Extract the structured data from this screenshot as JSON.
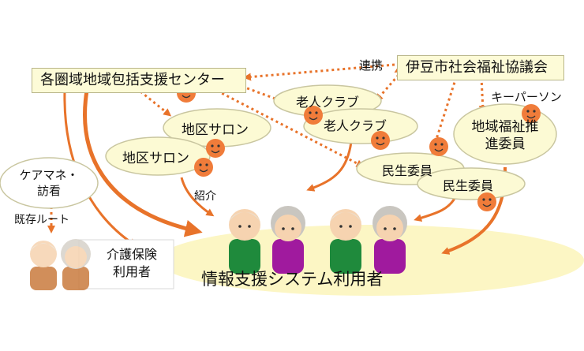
{
  "nodes": {
    "center": "各圏域地域包括支援センター",
    "council": "伊豆市社会福祉協議会",
    "renkei": "連携",
    "keyperson": "キーパーソン",
    "salon1": "地区サロン",
    "salon2": "地区サロン",
    "club1": "老人クラブ",
    "club2": "老人クラブ",
    "minsei1": "民生委員",
    "minsei2": "民生委員",
    "promoter_line1": "地域福祉推",
    "promoter_line2": "進委員",
    "caremanager_line1": "ケアマネ・",
    "caremanager_line2": "訪看",
    "existing_route": "既存ルート",
    "shokai": "紹介",
    "insurance_line1": "介護保険",
    "insurance_line2": "利用者",
    "system_users": "情報支援システム利用者"
  },
  "colors": {
    "orange": "#e8732a",
    "smiley": "#f07c3a",
    "box_fill": "#fdfbd7",
    "ellipse_fill": "#fcf6c4",
    "green_shirt": "#1f8a3c",
    "purple_shirt": "#a01a9e",
    "skin": "#f6d3b0",
    "brown": "#c97b3e"
  }
}
